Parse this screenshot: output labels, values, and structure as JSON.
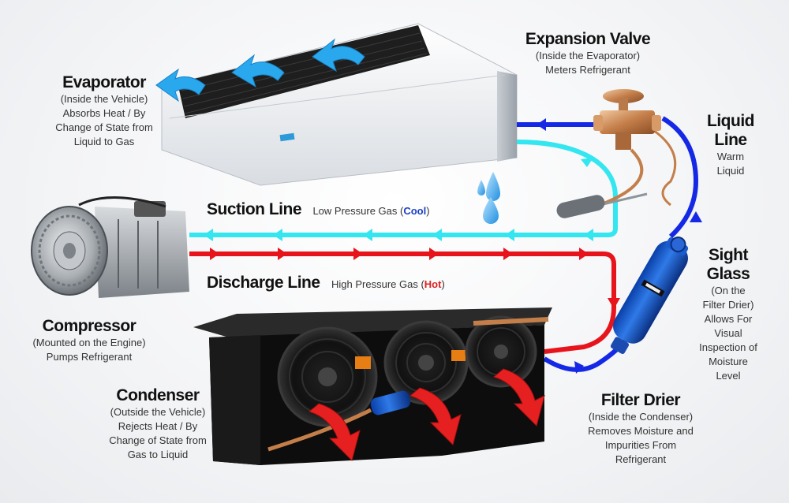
{
  "evaporator": {
    "title": "Evaporator",
    "lines": [
      "(Inside the Vehicle)",
      "Absorbs Heat / By",
      "Change of State from",
      "Liquid to Gas"
    ]
  },
  "expansion_valve": {
    "title": "Expansion Valve",
    "lines": [
      "(Inside the Evaporator)",
      "Meters Refrigerant"
    ]
  },
  "liquid_line": {
    "title1": "Liquid",
    "title2": "Line",
    "lines": [
      "Warm",
      "Liquid"
    ]
  },
  "suction_line": {
    "title": "Suction Line",
    "desc": "Low Pressure Gas (",
    "hl": "Cool",
    "end": ")"
  },
  "discharge_line": {
    "title": "Discharge Line",
    "desc": "High Pressure Gas (",
    "hl": "Hot",
    "end": ")"
  },
  "sight_glass": {
    "title1": "Sight",
    "title2": "Glass",
    "lines": [
      "(On  the",
      "Filter Drier)",
      "Allows For",
      "Visual",
      "Inspection of",
      "Moisture",
      "Level"
    ]
  },
  "compressor": {
    "title": "Compressor",
    "lines": [
      "(Mounted on the Engine)",
      "Pumps Refrigerant"
    ]
  },
  "condenser": {
    "title": "Condenser",
    "lines": [
      "(Outside the Vehicle)",
      "Rejects Heat / By",
      "Change of State from",
      "Gas to Liquid"
    ]
  },
  "filter_drier": {
    "title": "Filter Drier",
    "lines": [
      "(Inside the Condenser)",
      "Removes Moisture and",
      "Impurities From",
      "Refrigerant"
    ]
  },
  "colors": {
    "suction": "#33e6f0",
    "discharge": "#e8141c",
    "liquid": "#1428e6",
    "airflow_cool": "#2aa8ee",
    "airflow_hot": "#e62020"
  }
}
